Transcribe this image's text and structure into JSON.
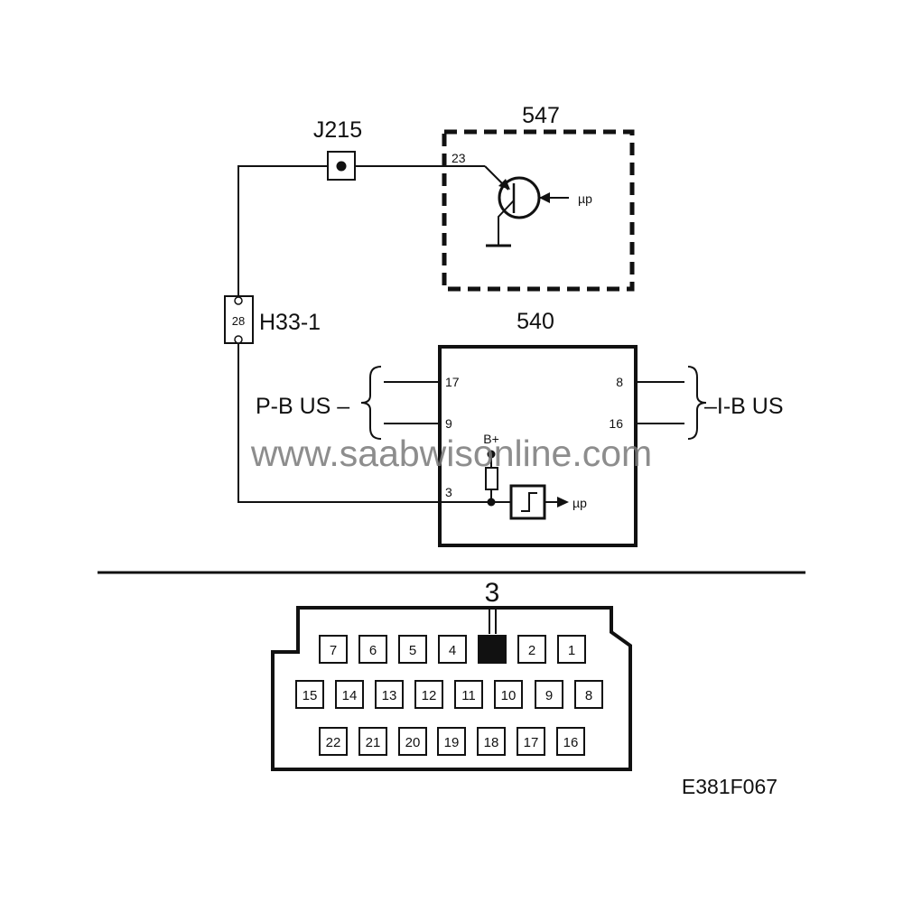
{
  "diagram": {
    "junction": {
      "label": "J215"
    },
    "module_547": {
      "label": "547",
      "pin": "23",
      "signal": "µp"
    },
    "connector_h33": {
      "label": "H33-1",
      "pin": "28"
    },
    "module_540": {
      "label": "540",
      "pins": {
        "p17": "17",
        "p9": "9",
        "p8": "8",
        "p16": "16",
        "p3": "3"
      },
      "supply": "B+",
      "signal": "µp"
    },
    "bus_left": "P-B US –",
    "bus_right": "–I-B US",
    "watermark": "www.saabwisonline.com"
  },
  "connector": {
    "title": "3",
    "row1": [
      "7",
      "6",
      "5",
      "4",
      "",
      "2",
      "1"
    ],
    "row2": [
      "15",
      "14",
      "13",
      "12",
      "11",
      "10",
      "9",
      "8"
    ],
    "row3": [
      "22",
      "21",
      "20",
      "19",
      "18",
      "17",
      "16"
    ],
    "highlighted_pin": "3"
  },
  "figure_code": "E381F067"
}
